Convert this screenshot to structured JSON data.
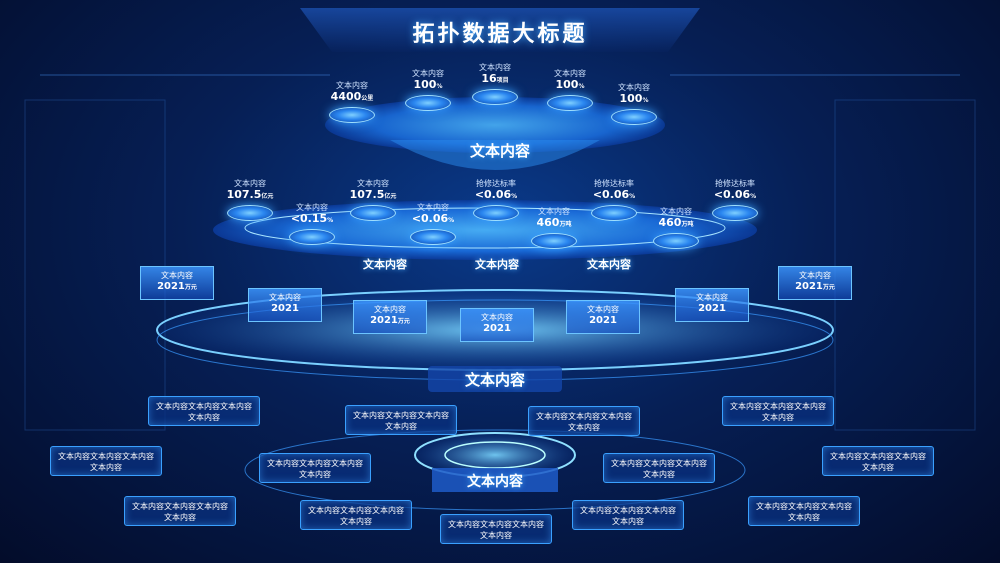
{
  "title": "拓扑数据大标题",
  "tier1": {
    "center_label": "文本内容",
    "pods": [
      {
        "label": "文本内容",
        "value": "4400",
        "unit": "公里"
      },
      {
        "label": "文本内容",
        "value": "100",
        "unit": "%"
      },
      {
        "label": "文本内容",
        "value": "16",
        "unit": "项目"
      },
      {
        "label": "文本内容",
        "value": "100",
        "unit": "%"
      },
      {
        "label": "文本内容",
        "value": "100",
        "unit": "%"
      }
    ]
  },
  "tier2": {
    "labels": [
      "文本内容",
      "文本内容",
      "文本内容"
    ],
    "pods": [
      {
        "label": "文本内容",
        "value": "107.5",
        "unit": "亿元"
      },
      {
        "label": "文本内容",
        "value": "<0.15",
        "unit": "%"
      },
      {
        "label": "文本内容",
        "value": "107.5",
        "unit": "亿元"
      },
      {
        "label": "文本内容",
        "value": "<0.06",
        "unit": "%"
      },
      {
        "label": "抢修达标率",
        "value": "<0.06",
        "unit": "%"
      },
      {
        "label": "文本内容",
        "value": "460",
        "unit": "万吨"
      },
      {
        "label": "抢修达标率",
        "value": "<0.06",
        "unit": "%"
      },
      {
        "label": "文本内容",
        "value": "460",
        "unit": "万吨"
      },
      {
        "label": "抢修达标率",
        "value": "<0.06",
        "unit": "%"
      }
    ]
  },
  "tier3": {
    "center_label": "文本内容",
    "cards": [
      {
        "label": "文本内容",
        "value": "2021",
        "unit": "万元"
      },
      {
        "label": "文本内容",
        "value": "2021",
        "unit": ""
      },
      {
        "label": "文本内容",
        "value": "2021",
        "unit": "万元"
      },
      {
        "label": "文本内容",
        "value": "2021",
        "unit": ""
      },
      {
        "label": "文本内容",
        "value": "2021",
        "unit": ""
      },
      {
        "label": "文本内容",
        "value": "2021",
        "unit": ""
      },
      {
        "label": "文本内容",
        "value": "2021",
        "unit": "万元"
      }
    ]
  },
  "tier4": {
    "center_label": "文本内容",
    "boxes": [
      {
        "line1": "文本内容文本内容文本内容",
        "line2": "文本内容"
      },
      {
        "line1": "文本内容文本内容文本内容",
        "line2": "文本内容"
      },
      {
        "line1": "文本内容文本内容文本内容",
        "line2": "文本内容"
      },
      {
        "line1": "文本内容文本内容文本内容",
        "line2": "文本内容"
      },
      {
        "line1": "文本内容文本内容文本内容",
        "line2": "文本内容"
      },
      {
        "line1": "文本内容文本内容文本内容",
        "line2": "文本内容"
      },
      {
        "line1": "文本内容文本内容文本内容",
        "line2": "文本内容"
      },
      {
        "line1": "文本内容文本内容文本内容",
        "line2": "文本内容"
      },
      {
        "line1": "文本内容文本内容文本内容",
        "line2": "文本内容"
      },
      {
        "line1": "文本内容文本内容文本内容",
        "line2": "文本内容"
      },
      {
        "line1": "文本内容文本内容文本内容",
        "line2": "文本内容"
      },
      {
        "line1": "文本内容文本内容文本内容",
        "line2": "文本内容"
      },
      {
        "line1": "文本内容文本内容文本内容",
        "line2": "文本内容"
      }
    ]
  }
}
